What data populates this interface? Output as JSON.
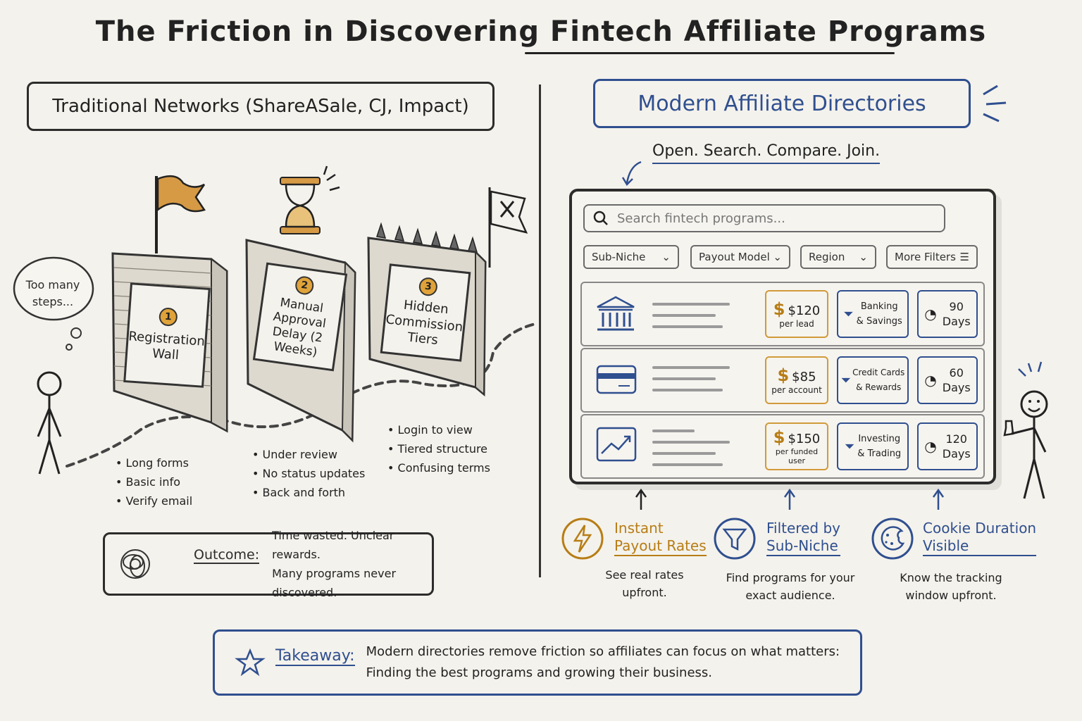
{
  "title": "The Friction in Discovering Fintech Affiliate Programs",
  "left": {
    "header": "Traditional Networks (ShareASale, CJ, Impact)",
    "thought": "Too many steps...",
    "walls": [
      {
        "num": "1",
        "label": "Registration Wall",
        "bullets": [
          "Long forms",
          "Basic info",
          "Verify email"
        ]
      },
      {
        "num": "2",
        "label": "Manual Approval Delay (2 Weeks)",
        "bullets": [
          "Under review",
          "No status updates",
          "Back and forth"
        ]
      },
      {
        "num": "3",
        "label": "Hidden Commission Tiers",
        "bullets": [
          "Login to view",
          "Tiered structure",
          "Confusing terms"
        ]
      }
    ],
    "outcome_label": "Outcome:",
    "outcome_lines": [
      "Time wasted. Unclear rewards.",
      "Many programs never discovered."
    ]
  },
  "right": {
    "header": "Modern Affiliate Directories",
    "tagline": "Open. Search. Compare. Join.",
    "search_placeholder": "Search fintech programs...",
    "filters": [
      "Sub-Niche",
      "Payout Model",
      "Region",
      "More Filters"
    ],
    "rows": [
      {
        "icon": "bank-icon",
        "payout": "$120",
        "payout_unit": "per lead",
        "niche_1": "Banking",
        "niche_2": "& Savings",
        "days": "90",
        "days_label": "Days"
      },
      {
        "icon": "credit-card-icon",
        "payout": "$85",
        "payout_unit": "per account",
        "niche_1": "Credit Cards",
        "niche_2": "& Rewards",
        "days": "60",
        "days_label": "Days"
      },
      {
        "icon": "chart-trend-icon",
        "payout": "$150",
        "payout_unit": "per funded user",
        "niche_1": "Investing",
        "niche_2": "& Trading",
        "days": "120",
        "days_label": "Days"
      }
    ],
    "features": [
      {
        "title_1": "Instant",
        "title_2": "Payout Rates",
        "desc_1": "See real rates",
        "desc_2": "upfront.",
        "color": "#b77d15"
      },
      {
        "title_1": "Filtered by",
        "title_2": "Sub-Niche",
        "desc_1": "Find programs for your",
        "desc_2": "exact audience.",
        "color": "#2f4f8f"
      },
      {
        "title_1": "Cookie Duration",
        "title_2": "Visible",
        "desc_1": "Know the tracking",
        "desc_2": "window upfront.",
        "color": "#2f4f8f"
      }
    ]
  },
  "takeaway": {
    "label": "Takeaway:",
    "line_1": "Modern directories remove friction so affiliates can focus on what matters:",
    "line_2": "Finding the best programs and growing their business."
  },
  "colors": {
    "accent_blue": "#2f4f8f",
    "accent_gold": "#d19a3a",
    "ink": "#2b2b2b",
    "paper": "#f4f2ec"
  }
}
